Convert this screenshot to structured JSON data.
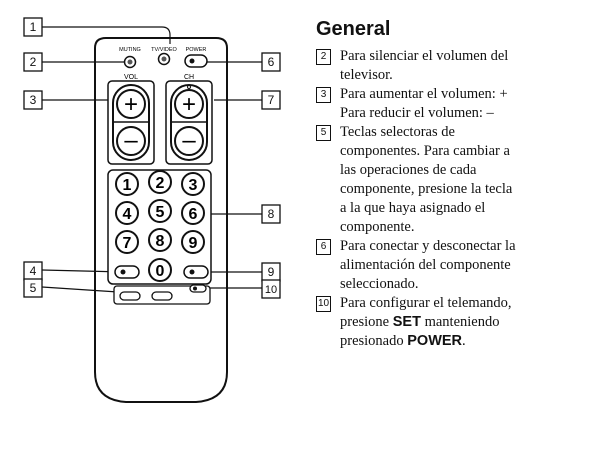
{
  "heading": "General",
  "callouts": [
    "1",
    "2",
    "3",
    "4",
    "5",
    "6",
    "7",
    "8",
    "9",
    "10"
  ],
  "remote_labels": {
    "muting": "MUTING",
    "tv_video": "TV/VIDEO",
    "power": "POWER",
    "vol": "VOL",
    "ch": "CH",
    "plus": "+",
    "minus": "–",
    "keys": [
      "1",
      "2",
      "3",
      "4",
      "5",
      "6",
      "7",
      "8",
      "9",
      "0"
    ]
  },
  "items": [
    {
      "num": "2",
      "text": "Para silenciar el volumen del\ntelevisor."
    },
    {
      "num": "3",
      "text": "Para aumentar el volumen: +\nPara reducir el volumen: –"
    },
    {
      "num": "5",
      "text": "Teclas selectoras de\ncomponentes.  Para cambiar a\nlas operaciones de cada\ncomponente, presione la tecla\na la que haya asignado el\ncomponente."
    },
    {
      "num": "6",
      "text": "Para conectar y desconectar la\nalimentación del componente\nseleccionado."
    },
    {
      "num": "10",
      "pre": "Para configurar el telemando,\npresione ",
      "b1": "SET",
      "mid": " manteniendo\npresionado ",
      "b2": "POWER",
      "post": "."
    }
  ]
}
